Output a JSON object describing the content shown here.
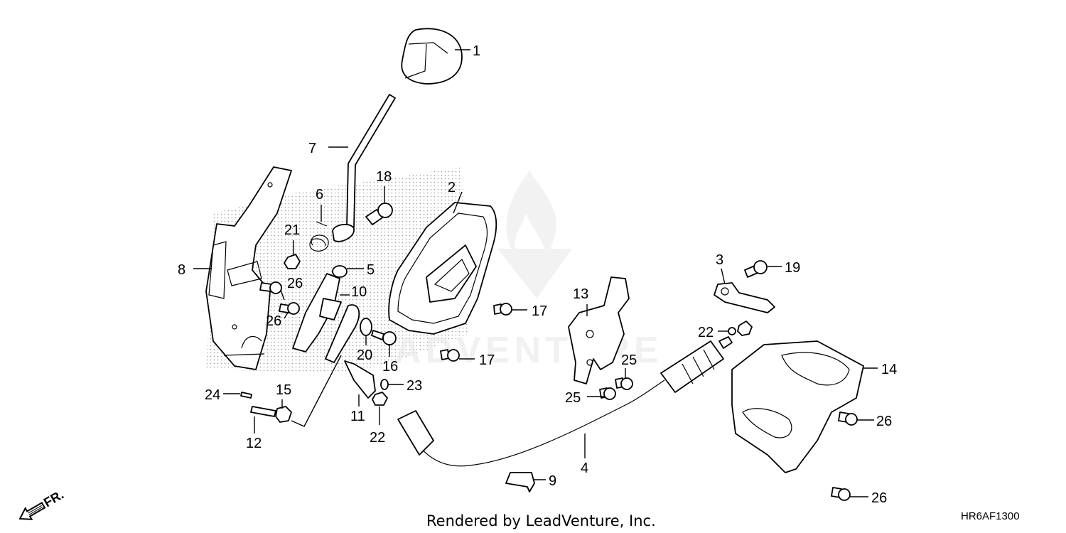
{
  "diagram": {
    "footer_text": "Rendered by LeadVenture, Inc.",
    "diagram_code": "HR6AF1300",
    "direction_label": "FR.",
    "callouts": [
      {
        "id": "c1",
        "text": "1"
      },
      {
        "id": "c2",
        "text": "2"
      },
      {
        "id": "c3",
        "text": "3"
      },
      {
        "id": "c4",
        "text": "4"
      },
      {
        "id": "c5",
        "text": "5"
      },
      {
        "id": "c6",
        "text": "6"
      },
      {
        "id": "c7",
        "text": "7"
      },
      {
        "id": "c8",
        "text": "8"
      },
      {
        "id": "c9",
        "text": "9"
      },
      {
        "id": "c10",
        "text": "10"
      },
      {
        "id": "c11",
        "text": "11"
      },
      {
        "id": "c12",
        "text": "12"
      },
      {
        "id": "c13",
        "text": "13"
      },
      {
        "id": "c14",
        "text": "14"
      },
      {
        "id": "c15",
        "text": "15"
      },
      {
        "id": "c16",
        "text": "16"
      },
      {
        "id": "c17a",
        "text": "17"
      },
      {
        "id": "c17b",
        "text": "17"
      },
      {
        "id": "c18",
        "text": "18"
      },
      {
        "id": "c19",
        "text": "19"
      },
      {
        "id": "c20",
        "text": "20"
      },
      {
        "id": "c21",
        "text": "21"
      },
      {
        "id": "c22a",
        "text": "22"
      },
      {
        "id": "c22b",
        "text": "22"
      },
      {
        "id": "c23",
        "text": "23"
      },
      {
        "id": "c24",
        "text": "24"
      },
      {
        "id": "c25a",
        "text": "25"
      },
      {
        "id": "c25b",
        "text": "25"
      },
      {
        "id": "c26a",
        "text": "26"
      },
      {
        "id": "c26b",
        "text": "26"
      },
      {
        "id": "c26c",
        "text": "26"
      },
      {
        "id": "c26d",
        "text": "26"
      }
    ]
  },
  "watermark": {
    "text": "ADVENTURE"
  }
}
